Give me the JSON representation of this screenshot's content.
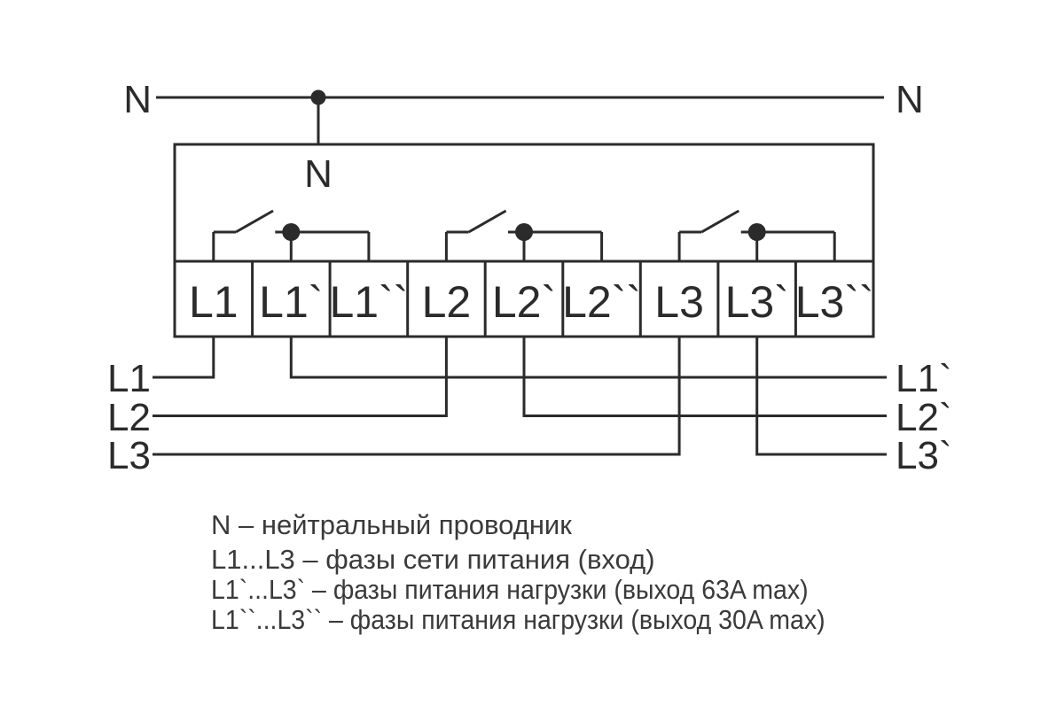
{
  "colors": {
    "stroke": "#2b2b2b",
    "legend_text": "#3a3a3a",
    "background": "#ffffff"
  },
  "diagram": {
    "neutral": {
      "left_label": "N",
      "right_label": "N",
      "device_label": "N"
    },
    "terminals": [
      "L1",
      "L1`",
      "L1``",
      "L2",
      "L2`",
      "L2``",
      "L3",
      "L3`",
      "L3``"
    ],
    "left_inputs": [
      "L1",
      "L2",
      "L3"
    ],
    "right_outputs": [
      "L1`",
      "L2`",
      "L3`"
    ]
  },
  "legend": {
    "line1": "N – нейтральный проводник",
    "line2": "L1...L3 – фазы сети питания (вход)",
    "line3": "L1`...L3` – фазы питания нагрузки (выход 63A max)",
    "line4": "L1``...L3`` – фазы питания нагрузки (выход 30A max)"
  }
}
